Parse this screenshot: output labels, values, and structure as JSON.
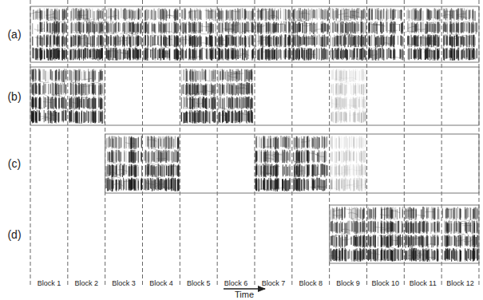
{
  "diagram": {
    "labels": [
      "(a)",
      "(b)",
      "(c)",
      "(d)",
      "Block 1",
      "Block 2",
      "Block 3",
      "Block 4",
      "Block 5",
      "Block 6",
      "Block 7",
      "Block 8",
      "Block 9",
      "Block 10",
      "Block 11",
      "Block 12",
      "Time"
    ]
  }
}
